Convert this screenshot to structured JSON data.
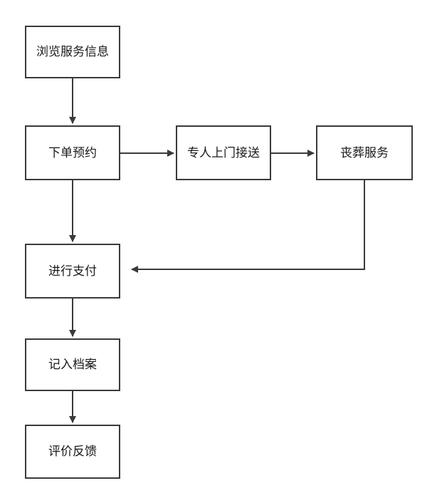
{
  "diagram": {
    "nodes": {
      "browse": "浏览服务信息",
      "order": "下单预约",
      "pickup": "专人上门接送",
      "funeral": "丧葬服务",
      "pay": "进行支付",
      "record": "记入档案",
      "review": "评价反馈"
    },
    "edges": [
      {
        "from": "browse",
        "to": "order"
      },
      {
        "from": "order",
        "to": "pickup"
      },
      {
        "from": "pickup",
        "to": "funeral"
      },
      {
        "from": "order",
        "to": "pay"
      },
      {
        "from": "funeral",
        "to": "pay"
      },
      {
        "from": "pay",
        "to": "record"
      },
      {
        "from": "record",
        "to": "review"
      }
    ],
    "colors": {
      "stroke": "#3a3a3a",
      "fill": "#ffffff",
      "text": "#1a1a1a"
    }
  }
}
